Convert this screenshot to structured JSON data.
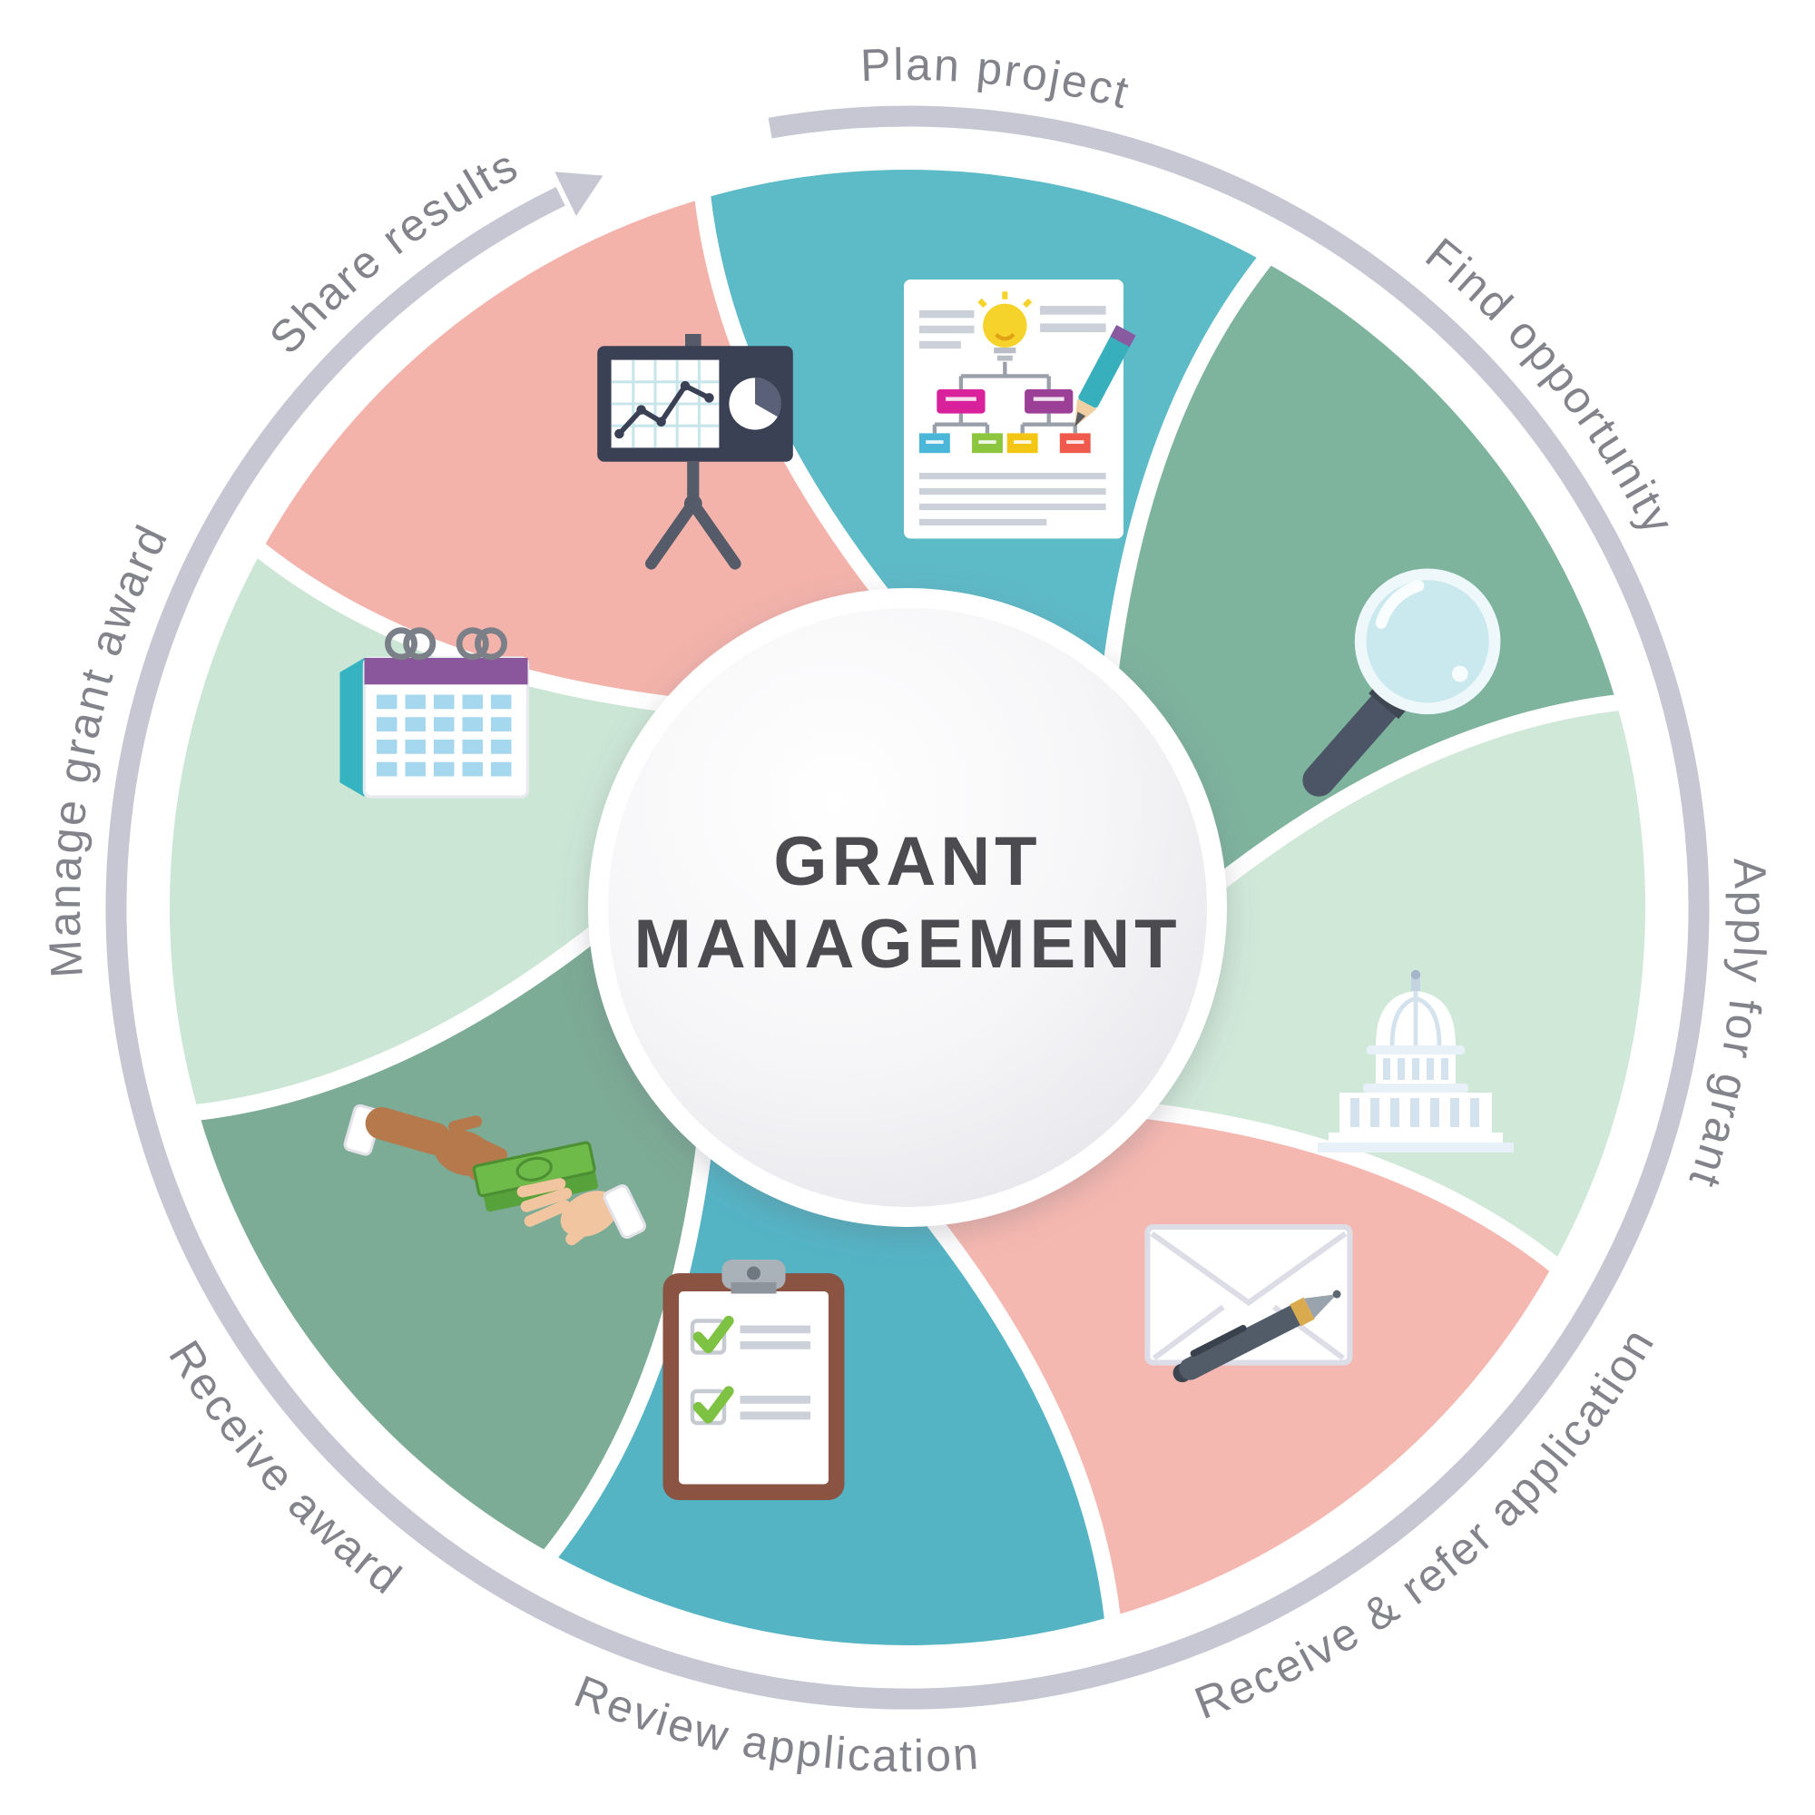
{
  "diagram_title": {
    "line1": "GRANT",
    "line2": "MANAGEMENT"
  },
  "palette": {
    "ring": "#c7c6d3",
    "label": "#83838c",
    "center-text": "#4b4b50",
    "teal": "#5dbac7",
    "sea-green": "#7eb39e",
    "pale-green": "#cfe8d8",
    "pink": "#f4b6ae"
  },
  "arrow": {
    "direction": "clockwise"
  },
  "wheel": {
    "inner_radius": 310,
    "outer_radius": 822,
    "segments": [
      {
        "id": "plan-project",
        "label": "Plan project",
        "icon": "project-plan-document-icon",
        "color": "#5dbac7",
        "start_angle": 0,
        "label_angle": 6,
        "label_flipped": false
      },
      {
        "id": "find-opportunity",
        "label": "Find opportunity",
        "icon": "magnifying-glass-icon",
        "color": "#7eb39e",
        "start_angle": 45,
        "label_angle": 51,
        "label_flipped": false
      },
      {
        "id": "apply-for-grant",
        "label": "Apply for grant",
        "icon": "capitol-building-icon",
        "color": "#cfe8d8",
        "start_angle": 90,
        "label_angle": 98,
        "label_flipped": false
      },
      {
        "id": "receive-refer-application",
        "label": "Receive & refer application",
        "icon": "envelope-and-pen-icon",
        "color": "#f5b8b0",
        "start_angle": 135,
        "label_angle": 140,
        "label_flipped": true
      },
      {
        "id": "review-application",
        "label": "Review application",
        "icon": "clipboard-checklist-icon",
        "color": "#54b4c4",
        "start_angle": 180,
        "label_angle": 189,
        "label_flipped": true
      },
      {
        "id": "receive-award",
        "label": "Receive award",
        "icon": "hand-giving-money-icon",
        "color": "#7cab96",
        "start_angle": 225,
        "label_angle": 228,
        "label_flipped": true
      },
      {
        "id": "manage-grant-award",
        "label": "Manage grant award",
        "icon": "desk-calendar-icon",
        "color": "#cbe6d5",
        "start_angle": 270,
        "label_angle": 281,
        "label_flipped": false
      },
      {
        "id": "share-results",
        "label": "Share results",
        "icon": "presentation-chart-icon",
        "color": "#f3b3ab",
        "start_angle": 315,
        "label_angle": 322,
        "label_flipped": false
      }
    ]
  }
}
